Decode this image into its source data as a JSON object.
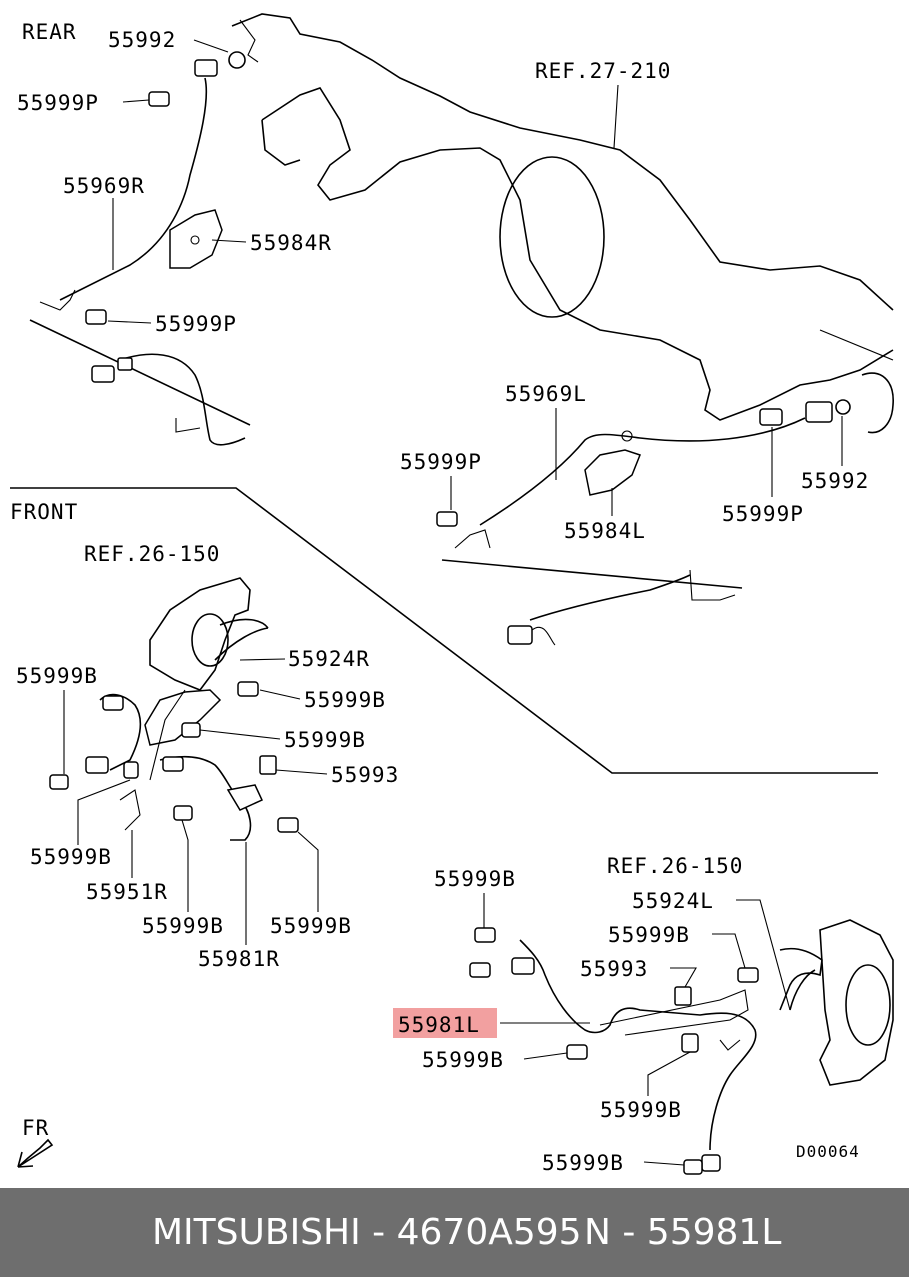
{
  "diagram": {
    "section_labels": {
      "rear": "REAR",
      "front": "FRONT",
      "fr_arrow": "FR"
    },
    "refs": {
      "rear_axle": "REF.27-210",
      "front_left_knuckle": "REF.26-150",
      "front_right_knuckle": "REF.26-150"
    },
    "rear_left": {
      "sensor_ring": "55992",
      "sensor_bolt": "55999P",
      "harness": "55969R",
      "bracket": "55984R",
      "clip_bolt": "55999P"
    },
    "rear_right": {
      "harness": "55969L",
      "clip_bolt": "55999P",
      "bracket": "55984L",
      "sensor_bolt": "55999P",
      "sensor_ring": "55992"
    },
    "front_left": {
      "bolt_a": "55999B",
      "cover": "55924R",
      "bolt_b": "55999B",
      "bolt_c": "55999B",
      "clip": "55993",
      "bolt_d": "55999B",
      "bracket": "55951R",
      "bolt_e": "55999B",
      "bolt_f": "55999B",
      "harness": "55981R"
    },
    "front_right": {
      "bolt_a": "55999B",
      "cover": "55924L",
      "bolt_b": "55999B",
      "clip": "55993",
      "harness_highlighted": "55981L",
      "bolt_c": "55999B",
      "bolt_d": "55999B",
      "bolt_e": "55999B"
    },
    "diagram_code": "D00064",
    "highlight_color": "#f2a0a0"
  },
  "footer": {
    "brand_part": "MITSUBISHI - 4670A595",
    "ref_code": "N - 55981L",
    "background": "#6e6e6e"
  }
}
